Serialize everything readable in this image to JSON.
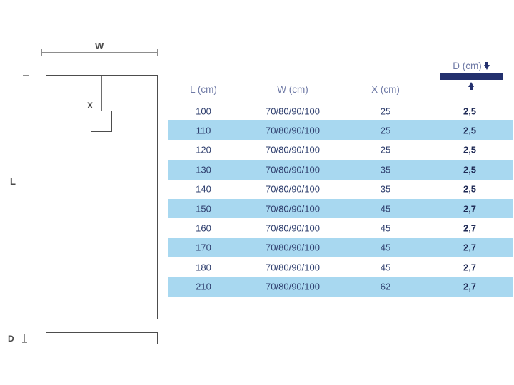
{
  "diagram": {
    "width_label": "W",
    "length_label": "L",
    "drain_label": "X",
    "depth_label": "D",
    "shapes": {
      "tray_plan": "shower-tray-outline",
      "drain": "drain-square",
      "edge_profile": "tray-side-profile"
    }
  },
  "table": {
    "columns": [
      {
        "key": "L",
        "header": "L (cm)"
      },
      {
        "key": "W",
        "header": "W (cm)"
      },
      {
        "key": "X",
        "header": "X (cm)"
      },
      {
        "key": "D",
        "header": "D (cm)"
      }
    ],
    "depth_indicator": {
      "label": "D (cm)",
      "top_arrow": "arrow-down-icon",
      "bottom_arrow": "arrow-up-icon",
      "bar_color": "#23306e"
    },
    "rows": [
      {
        "L": "100",
        "W": "70/80/90/100",
        "X": "25",
        "D": "2,5"
      },
      {
        "L": "110",
        "W": "70/80/90/100",
        "X": "25",
        "D": "2,5"
      },
      {
        "L": "120",
        "W": "70/80/90/100",
        "X": "25",
        "D": "2,5"
      },
      {
        "L": "130",
        "W": "70/80/90/100",
        "X": "35",
        "D": "2,5"
      },
      {
        "L": "140",
        "W": "70/80/90/100",
        "X": "35",
        "D": "2,5"
      },
      {
        "L": "150",
        "W": "70/80/90/100",
        "X": "45",
        "D": "2,7"
      },
      {
        "L": "160",
        "W": "70/80/90/100",
        "X": "45",
        "D": "2,7"
      },
      {
        "L": "170",
        "W": "70/80/90/100",
        "X": "45",
        "D": "2,7"
      },
      {
        "L": "180",
        "W": "70/80/90/100",
        "X": "45",
        "D": "2,7"
      },
      {
        "L": "210",
        "W": "70/80/90/100",
        "X": "62",
        "D": "2,7"
      }
    ]
  },
  "colors": {
    "header_text": "#6f7aa6",
    "body_text": "#2f3f6e",
    "row_highlight": "#a8d8f0",
    "rule": "#3c4a86",
    "accent_navy": "#23306e",
    "line_gray": "#8d8d8d",
    "outline_gray": "#4d4d4d"
  }
}
